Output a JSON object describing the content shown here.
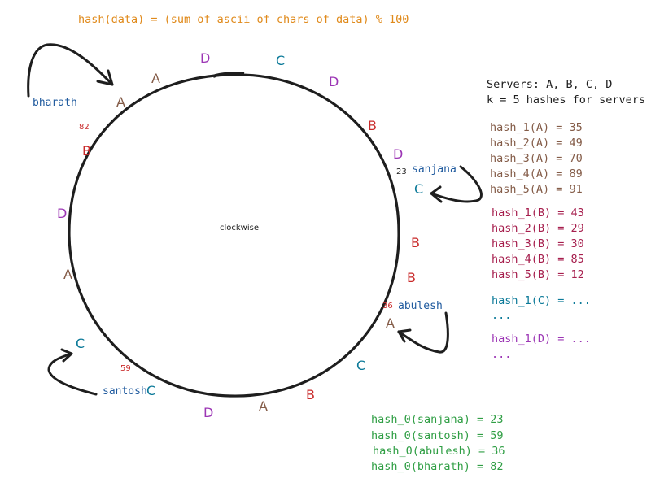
{
  "formula": "hash(data) = (sum of ascii of chars of data) % 100",
  "ring": {
    "center_label": "clockwise"
  },
  "servers_header": "Servers: A, B, C, D",
  "k_line": "k = 5 hashes for servers",
  "hash_a": [
    "hash_1(A) = 35",
    "hash_2(A) = 49",
    "hash_3(A) = 70",
    "hash_4(A) = 89",
    "hash_5(A) = 91"
  ],
  "hash_b": [
    "hash_1(B) = 43",
    "hash_2(B) = 29",
    "hash_3(B) = 30",
    "hash_4(B) = 85",
    "hash_5(B) = 12"
  ],
  "hash_c": [
    "hash_1(C) = ...",
    "..."
  ],
  "hash_d": [
    "hash_1(D) = ...",
    "..."
  ],
  "data_hashes": [
    "hash_0(sanjana) = 23",
    "hash_0(santosh) = 59",
    "hash_0(abulesh) = 36",
    "hash_0(bharath) = 82"
  ],
  "ring_labels": [
    "A",
    "D",
    "C",
    "D",
    "B",
    "D",
    "C",
    "B",
    "B",
    "A",
    "C",
    "B",
    "A",
    "D",
    "C",
    "C",
    "A",
    "D",
    "B",
    "A"
  ],
  "position_labels": [
    "82",
    "23",
    "36",
    "59"
  ],
  "data_keys": [
    "bharath",
    "sanjana",
    "abulesh",
    "santosh"
  ],
  "colors": {
    "A": "#845c48",
    "B": "#c92a2a",
    "C": "#1971c2",
    "D": "#9c36b5",
    "formula": "#e08a1b",
    "data_hash": "#2f9e44",
    "key_name": "#1f5a9e",
    "ring": "#1e1e1e"
  }
}
